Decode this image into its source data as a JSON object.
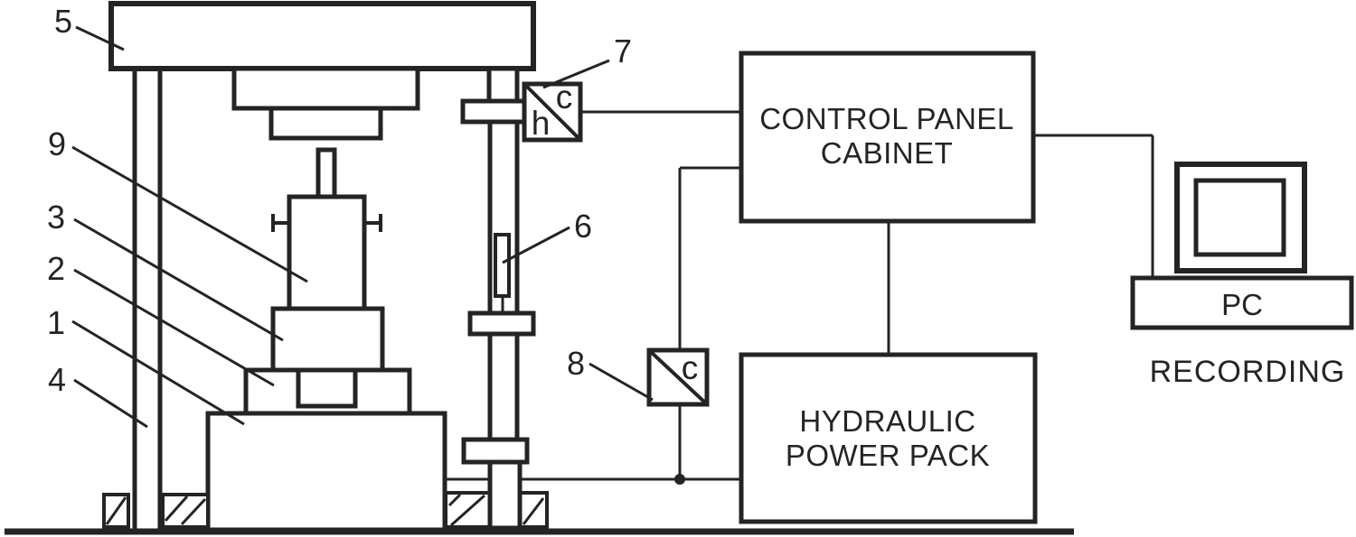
{
  "colors": {
    "ink": "#242424",
    "background": "#ffffff"
  },
  "callouts": {
    "n1": "1",
    "n2": "2",
    "n3": "3",
    "n4": "4",
    "n5": "5",
    "n6": "6",
    "n7": "7",
    "n8": "8",
    "n9": "9"
  },
  "transducer_7": {
    "top_label": "c",
    "bottom_label": "h"
  },
  "transducer_8": {
    "top_label": "c"
  },
  "control_panel": {
    "line1": "CONTROL PANEL",
    "line2": "CABINET"
  },
  "hydraulic_power_pack": {
    "line1": "HYDRAULIC",
    "line2": "POWER PACK"
  },
  "pc": {
    "label": "PC"
  },
  "recording_caption": "RECORDING"
}
